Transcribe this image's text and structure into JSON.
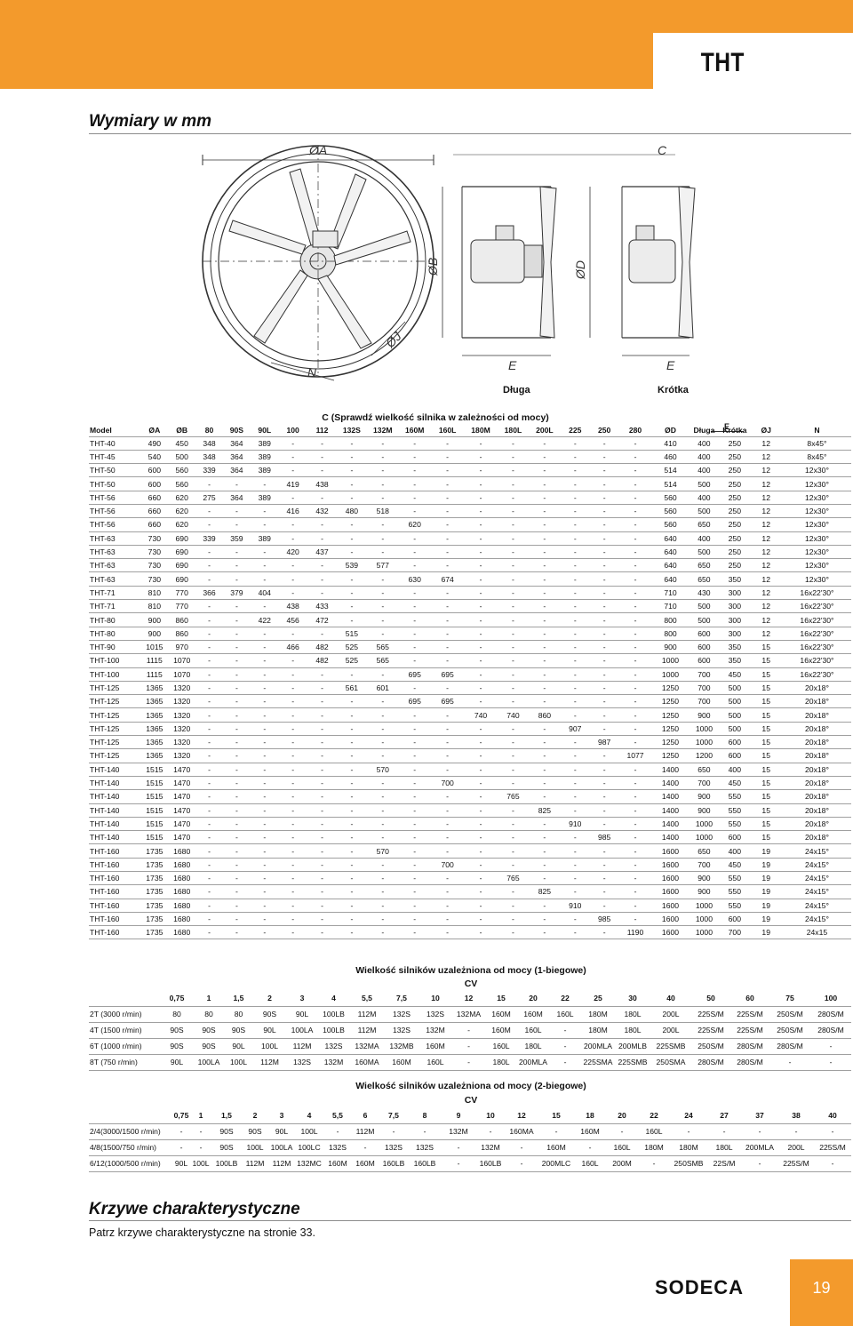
{
  "header": {
    "title": "THT"
  },
  "sections": {
    "dimensions_title": "Wymiary w mm",
    "curves_title": "Krzywe charakterystyczne",
    "curves_note": "Patrz krzywe charakterystyczne na stronie 33."
  },
  "drawing": {
    "label_A": "ØA",
    "label_B": "ØB",
    "label_C": "C",
    "label_D": "ØD",
    "label_J": "ØJ",
    "label_N": "N",
    "label_E1": "E",
    "label_E2": "E",
    "caption_long": "Długa",
    "caption_short": "Krótka"
  },
  "dim_table": {
    "c_caption": "C (Sprawdź wielkość silnika w zależności od mocy)",
    "e_caption": "E",
    "headers": [
      "Model",
      "ØA",
      "ØB",
      "80",
      "90S",
      "90L",
      "100",
      "112",
      "132S",
      "132M",
      "160M",
      "160L",
      "180M",
      "180L",
      "200L",
      "225",
      "250",
      "280",
      "ØD",
      "Długa",
      "Krótka",
      "ØJ",
      "N"
    ],
    "rows": [
      [
        "THT-40",
        "490",
        "450",
        "348",
        "364",
        "389",
        "-",
        "-",
        "-",
        "-",
        "-",
        "-",
        "-",
        "-",
        "-",
        "-",
        "-",
        "-",
        "410",
        "400",
        "250",
        "12",
        "8x45°"
      ],
      [
        "THT-45",
        "540",
        "500",
        "348",
        "364",
        "389",
        "-",
        "-",
        "-",
        "-",
        "-",
        "-",
        "-",
        "-",
        "-",
        "-",
        "-",
        "-",
        "460",
        "400",
        "250",
        "12",
        "8x45°"
      ],
      [
        "THT-50",
        "600",
        "560",
        "339",
        "364",
        "389",
        "-",
        "-",
        "-",
        "-",
        "-",
        "-",
        "-",
        "-",
        "-",
        "-",
        "-",
        "-",
        "514",
        "400",
        "250",
        "12",
        "12x30°"
      ],
      [
        "THT-50",
        "600",
        "560",
        "-",
        "-",
        "-",
        "419",
        "438",
        "-",
        "-",
        "-",
        "-",
        "-",
        "-",
        "-",
        "-",
        "-",
        "-",
        "514",
        "500",
        "250",
        "12",
        "12x30°"
      ],
      [
        "THT-56",
        "660",
        "620",
        "275",
        "364",
        "389",
        "-",
        "-",
        "-",
        "-",
        "-",
        "-",
        "-",
        "-",
        "-",
        "-",
        "-",
        "-",
        "560",
        "400",
        "250",
        "12",
        "12x30°"
      ],
      [
        "THT-56",
        "660",
        "620",
        "-",
        "-",
        "-",
        "416",
        "432",
        "480",
        "518",
        "-",
        "-",
        "-",
        "-",
        "-",
        "-",
        "-",
        "-",
        "560",
        "500",
        "250",
        "12",
        "12x30°"
      ],
      [
        "THT-56",
        "660",
        "620",
        "-",
        "-",
        "-",
        "-",
        "-",
        "-",
        "-",
        "620",
        "-",
        "-",
        "-",
        "-",
        "-",
        "-",
        "-",
        "560",
        "650",
        "250",
        "12",
        "12x30°"
      ],
      [
        "THT-63",
        "730",
        "690",
        "339",
        "359",
        "389",
        "-",
        "-",
        "-",
        "-",
        "-",
        "-",
        "-",
        "-",
        "-",
        "-",
        "-",
        "-",
        "640",
        "400",
        "250",
        "12",
        "12x30°"
      ],
      [
        "THT-63",
        "730",
        "690",
        "-",
        "-",
        "-",
        "420",
        "437",
        "-",
        "-",
        "-",
        "-",
        "-",
        "-",
        "-",
        "-",
        "-",
        "-",
        "640",
        "500",
        "250",
        "12",
        "12x30°"
      ],
      [
        "THT-63",
        "730",
        "690",
        "-",
        "-",
        "-",
        "-",
        "-",
        "539",
        "577",
        "-",
        "-",
        "-",
        "-",
        "-",
        "-",
        "-",
        "-",
        "640",
        "650",
        "250",
        "12",
        "12x30°"
      ],
      [
        "THT-63",
        "730",
        "690",
        "-",
        "-",
        "-",
        "-",
        "-",
        "-",
        "-",
        "630",
        "674",
        "-",
        "-",
        "-",
        "-",
        "-",
        "-",
        "640",
        "650",
        "350",
        "12",
        "12x30°"
      ],
      [
        "THT-71",
        "810",
        "770",
        "366",
        "379",
        "404",
        "-",
        "-",
        "-",
        "-",
        "-",
        "-",
        "-",
        "-",
        "-",
        "-",
        "-",
        "-",
        "710",
        "430",
        "300",
        "12",
        "16x22'30°"
      ],
      [
        "THT-71",
        "810",
        "770",
        "-",
        "-",
        "-",
        "438",
        "433",
        "-",
        "-",
        "-",
        "-",
        "-",
        "-",
        "-",
        "-",
        "-",
        "-",
        "710",
        "500",
        "300",
        "12",
        "16x22'30°"
      ],
      [
        "THT-80",
        "900",
        "860",
        "-",
        "-",
        "422",
        "456",
        "472",
        "-",
        "-",
        "-",
        "-",
        "-",
        "-",
        "-",
        "-",
        "-",
        "-",
        "800",
        "500",
        "300",
        "12",
        "16x22'30°"
      ],
      [
        "THT-80",
        "900",
        "860",
        "-",
        "-",
        "-",
        "-",
        "-",
        "515",
        "-",
        "-",
        "-",
        "-",
        "-",
        "-",
        "-",
        "-",
        "-",
        "800",
        "600",
        "300",
        "12",
        "16x22'30°"
      ],
      [
        "THT-90",
        "1015",
        "970",
        "-",
        "-",
        "-",
        "466",
        "482",
        "525",
        "565",
        "-",
        "-",
        "-",
        "-",
        "-",
        "-",
        "-",
        "-",
        "900",
        "600",
        "350",
        "15",
        "16x22'30°"
      ],
      [
        "THT-100",
        "1115",
        "1070",
        "-",
        "-",
        "-",
        "-",
        "482",
        "525",
        "565",
        "-",
        "-",
        "-",
        "-",
        "-",
        "-",
        "-",
        "-",
        "1000",
        "600",
        "350",
        "15",
        "16x22'30°"
      ],
      [
        "THT-100",
        "1115",
        "1070",
        "-",
        "-",
        "-",
        "-",
        "-",
        "-",
        "-",
        "695",
        "695",
        "-",
        "-",
        "-",
        "-",
        "-",
        "-",
        "1000",
        "700",
        "450",
        "15",
        "16x22'30°"
      ],
      [
        "THT-125",
        "1365",
        "1320",
        "-",
        "-",
        "-",
        "-",
        "-",
        "561",
        "601",
        "-",
        "-",
        "-",
        "-",
        "-",
        "-",
        "-",
        "-",
        "1250",
        "700",
        "500",
        "15",
        "20x18°"
      ],
      [
        "THT-125",
        "1365",
        "1320",
        "-",
        "-",
        "-",
        "-",
        "-",
        "-",
        "-",
        "695",
        "695",
        "-",
        "-",
        "-",
        "-",
        "-",
        "-",
        "1250",
        "700",
        "500",
        "15",
        "20x18°"
      ],
      [
        "THT-125",
        "1365",
        "1320",
        "-",
        "-",
        "-",
        "-",
        "-",
        "-",
        "-",
        "-",
        "-",
        "740",
        "740",
        "860",
        "-",
        "-",
        "-",
        "1250",
        "900",
        "500",
        "15",
        "20x18°"
      ],
      [
        "THT-125",
        "1365",
        "1320",
        "-",
        "-",
        "-",
        "-",
        "-",
        "-",
        "-",
        "-",
        "-",
        "-",
        "-",
        "-",
        "907",
        "-",
        "-",
        "1250",
        "1000",
        "500",
        "15",
        "20x18°"
      ],
      [
        "THT-125",
        "1365",
        "1320",
        "-",
        "-",
        "-",
        "-",
        "-",
        "-",
        "-",
        "-",
        "-",
        "-",
        "-",
        "-",
        "-",
        "987",
        "-",
        "1250",
        "1000",
        "600",
        "15",
        "20x18°"
      ],
      [
        "THT-125",
        "1365",
        "1320",
        "-",
        "-",
        "-",
        "-",
        "-",
        "-",
        "-",
        "-",
        "-",
        "-",
        "-",
        "-",
        "-",
        "-",
        "1077",
        "1250",
        "1200",
        "600",
        "15",
        "20x18°"
      ],
      [
        "THT-140",
        "1515",
        "1470",
        "-",
        "-",
        "-",
        "-",
        "-",
        "-",
        "570",
        "-",
        "-",
        "-",
        "-",
        "-",
        "-",
        "-",
        "-",
        "1400",
        "650",
        "400",
        "15",
        "20x18°"
      ],
      [
        "THT-140",
        "1515",
        "1470",
        "-",
        "-",
        "-",
        "-",
        "-",
        "-",
        "-",
        "-",
        "700",
        "-",
        "-",
        "-",
        "-",
        "-",
        "-",
        "1400",
        "700",
        "450",
        "15",
        "20x18°"
      ],
      [
        "THT-140",
        "1515",
        "1470",
        "-",
        "-",
        "-",
        "-",
        "-",
        "-",
        "-",
        "-",
        "-",
        "-",
        "765",
        "-",
        "-",
        "-",
        "-",
        "1400",
        "900",
        "550",
        "15",
        "20x18°"
      ],
      [
        "THT-140",
        "1515",
        "1470",
        "-",
        "-",
        "-",
        "-",
        "-",
        "-",
        "-",
        "-",
        "-",
        "-",
        "-",
        "825",
        "-",
        "-",
        "-",
        "1400",
        "900",
        "550",
        "15",
        "20x18°"
      ],
      [
        "THT-140",
        "1515",
        "1470",
        "-",
        "-",
        "-",
        "-",
        "-",
        "-",
        "-",
        "-",
        "-",
        "-",
        "-",
        "-",
        "910",
        "-",
        "-",
        "1400",
        "1000",
        "550",
        "15",
        "20x18°"
      ],
      [
        "THT-140",
        "1515",
        "1470",
        "-",
        "-",
        "-",
        "-",
        "-",
        "-",
        "-",
        "-",
        "-",
        "-",
        "-",
        "-",
        "-",
        "985",
        "-",
        "1400",
        "1000",
        "600",
        "15",
        "20x18°"
      ],
      [
        "THT-160",
        "1735",
        "1680",
        "-",
        "-",
        "-",
        "-",
        "-",
        "-",
        "570",
        "-",
        "-",
        "-",
        "-",
        "-",
        "-",
        "-",
        "-",
        "1600",
        "650",
        "400",
        "19",
        "24x15°"
      ],
      [
        "THT-160",
        "1735",
        "1680",
        "-",
        "-",
        "-",
        "-",
        "-",
        "-",
        "-",
        "-",
        "700",
        "-",
        "-",
        "-",
        "-",
        "-",
        "-",
        "1600",
        "700",
        "450",
        "19",
        "24x15°"
      ],
      [
        "THT-160",
        "1735",
        "1680",
        "-",
        "-",
        "-",
        "-",
        "-",
        "-",
        "-",
        "-",
        "-",
        "-",
        "765",
        "-",
        "-",
        "-",
        "-",
        "1600",
        "900",
        "550",
        "19",
        "24x15°"
      ],
      [
        "THT-160",
        "1735",
        "1680",
        "-",
        "-",
        "-",
        "-",
        "-",
        "-",
        "-",
        "-",
        "-",
        "-",
        "-",
        "825",
        "-",
        "-",
        "-",
        "1600",
        "900",
        "550",
        "19",
        "24x15°"
      ],
      [
        "THT-160",
        "1735",
        "1680",
        "-",
        "-",
        "-",
        "-",
        "-",
        "-",
        "-",
        "-",
        "-",
        "-",
        "-",
        "-",
        "910",
        "-",
        "-",
        "1600",
        "1000",
        "550",
        "19",
        "24x15°"
      ],
      [
        "THT-160",
        "1735",
        "1680",
        "-",
        "-",
        "-",
        "-",
        "-",
        "-",
        "-",
        "-",
        "-",
        "-",
        "-",
        "-",
        "-",
        "985",
        "-",
        "1600",
        "1000",
        "600",
        "19",
        "24x15°"
      ],
      [
        "THT-160",
        "1735",
        "1680",
        "-",
        "-",
        "-",
        "-",
        "-",
        "-",
        "-",
        "-",
        "-",
        "-",
        "-",
        "-",
        "-",
        "-",
        "1190",
        "1600",
        "1000",
        "700",
        "19",
        "24x15"
      ]
    ]
  },
  "motor_table_1": {
    "caption": "Wielkość silników uzależniona od mocy (1-biegowe)",
    "unit": "CV",
    "headers": [
      "",
      "0,75",
      "1",
      "1,5",
      "2",
      "3",
      "4",
      "5,5",
      "7,5",
      "10",
      "12",
      "15",
      "20",
      "22",
      "25",
      "30",
      "40",
      "50",
      "60",
      "75",
      "100"
    ],
    "rows": [
      [
        "2T (3000 r/min)",
        "80",
        "80",
        "80",
        "90S",
        "90L",
        "100LB",
        "112M",
        "132S",
        "132S",
        "132MA",
        "160M",
        "160M",
        "160L",
        "180M",
        "180L",
        "200L",
        "225S/M",
        "225S/M",
        "250S/M",
        "280S/M"
      ],
      [
        "4T (1500 r/min)",
        "90S",
        "90S",
        "90S",
        "90L",
        "100LA",
        "100LB",
        "112M",
        "132S",
        "132M",
        "-",
        "160M",
        "160L",
        "-",
        "180M",
        "180L",
        "200L",
        "225S/M",
        "225S/M",
        "250S/M",
        "280S/M"
      ],
      [
        "6T (1000 r/min)",
        "90S",
        "90S",
        "90L",
        "100L",
        "112M",
        "132S",
        "132MA",
        "132MB",
        "160M",
        "-",
        "160L",
        "180L",
        "-",
        "200MLA",
        "200MLB",
        "225SMB",
        "250S/M",
        "280S/M",
        "280S/M",
        "-"
      ],
      [
        "8T (750 r/min)",
        "90L",
        "100LA",
        "100L",
        "112M",
        "132S",
        "132M",
        "160MA",
        "160M",
        "160L",
        "-",
        "180L",
        "200MLA",
        "-",
        "225SMA",
        "225SMB",
        "250SMA",
        "280S/M",
        "280S/M",
        "-",
        "-"
      ]
    ]
  },
  "motor_table_2": {
    "caption": "Wielkość silników uzależniona od mocy (2-biegowe)",
    "unit": "CV",
    "headers": [
      "",
      "0,75",
      "1",
      "1,5",
      "2",
      "3",
      "4",
      "5,5",
      "6",
      "7,5",
      "8",
      "9",
      "10",
      "12",
      "15",
      "18",
      "20",
      "22",
      "24",
      "27",
      "37",
      "38",
      "40"
    ],
    "rows": [
      [
        "2/4(3000/1500 r/min)",
        "-",
        "-",
        "90S",
        "90S",
        "90L",
        "100L",
        "-",
        "112M",
        "-",
        "-",
        "132M",
        "-",
        "160MA",
        "-",
        "160M",
        "-",
        "160L",
        "-",
        "-",
        "-",
        "-",
        "-"
      ],
      [
        "4/8(1500/750 r/min)",
        "-",
        "-",
        "90S",
        "100L",
        "100LA",
        "100LC",
        "132S",
        "-",
        "132S",
        "132S",
        "-",
        "132M",
        "-",
        "160M",
        "-",
        "160L",
        "180M",
        "180M",
        "180L",
        "200MLA",
        "200L",
        "225S/M"
      ],
      [
        "6/12(1000/500 r/min)",
        "90L",
        "100L",
        "100LB",
        "112M",
        "112M",
        "132MC",
        "160M",
        "160M",
        "160LB",
        "160LB",
        "-",
        "160LB",
        "-",
        "200MLC",
        "160L",
        "200M",
        "-",
        "250SMB",
        "22S/M",
        "-",
        "225S/M",
        "-"
      ]
    ]
  },
  "footer": {
    "brand": "SODECA",
    "page_number": "19"
  },
  "colors": {
    "accent": "#f39a2c"
  }
}
